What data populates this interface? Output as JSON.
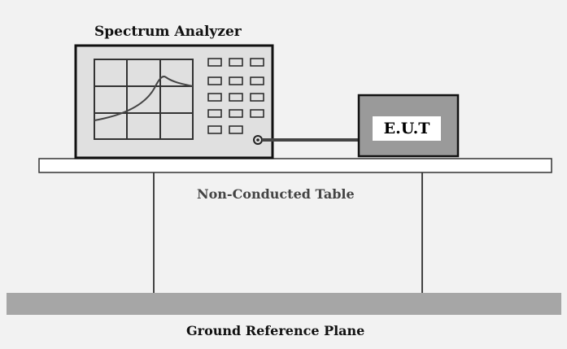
{
  "labels": {
    "spectrum_analyzer": "Spectrum Analyzer",
    "eut": "E.U.T",
    "table": "Non-Conducted Table",
    "ground": "Ground Reference Plane"
  },
  "colors": {
    "background": "#f2f2f2",
    "analyzer_body": "#e0e0e0",
    "eut_body": "#9a9a9a",
    "ground_plane": "#a6a6a6",
    "table_top": "#ffffff",
    "outline": "#111111"
  }
}
